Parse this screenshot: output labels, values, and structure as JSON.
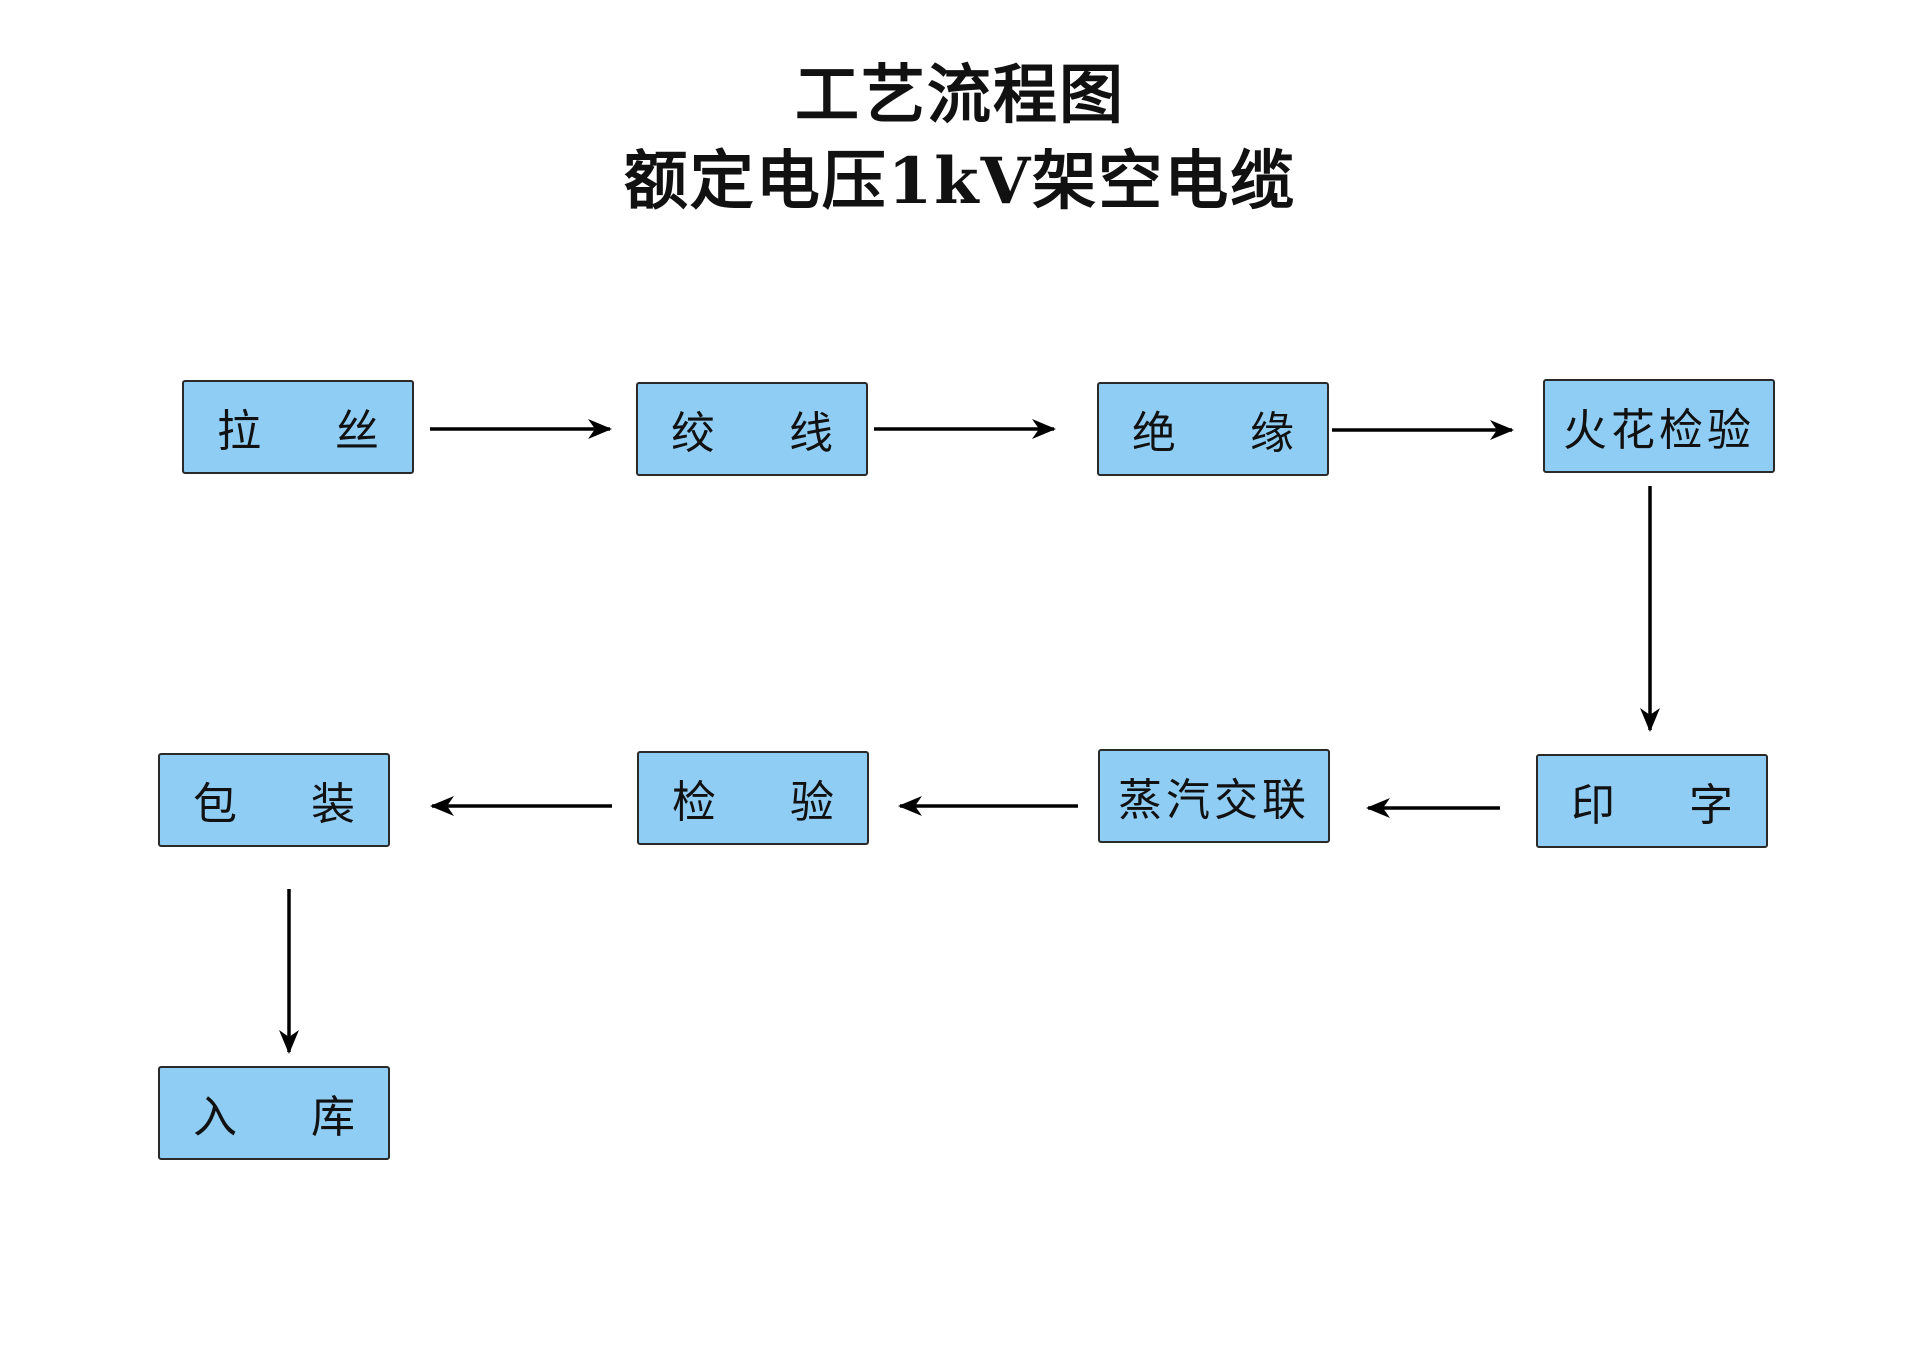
{
  "title": {
    "main": "工艺流程图",
    "sub": "额定电压1kV架空电缆"
  },
  "steps": {
    "drawing": "拉 丝",
    "stranding": "绞 线",
    "insulation": "绝 缘",
    "spark_test": "火花检验",
    "printing": "印 字",
    "steam_crosslink": "蒸汽交联",
    "inspection": "检 验",
    "packing": "包 装",
    "warehousing": "入 库"
  },
  "colors": {
    "box_fill": "#90cdf4",
    "box_border": "#2a2a2a",
    "arrow": "#000000"
  }
}
